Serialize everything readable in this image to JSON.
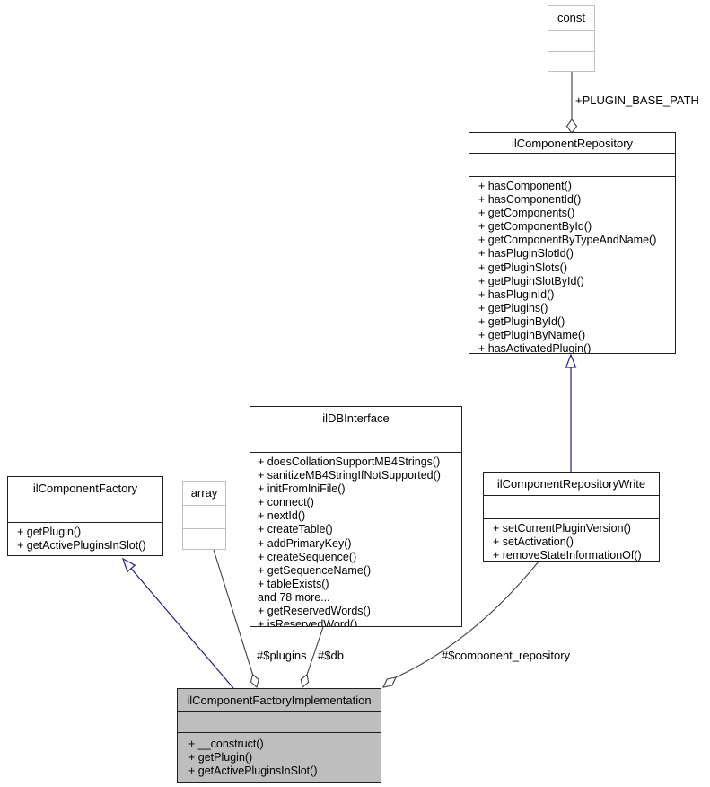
{
  "diagram": {
    "kind": "uml-collaboration-diagram",
    "colors": {
      "inheritance_edge": "#232387",
      "aggregation_edge": "#404040",
      "highlight_fill": "#bebebe",
      "plain_box_border": "#bfbfbf",
      "class_box_border": "#1f1f1f",
      "background": "#ffffff"
    }
  },
  "classes": [
    {
      "name": "const",
      "members": []
    },
    {
      "name": "ilComponentRepository",
      "members": [
        "+ hasComponent()",
        "+ hasComponentId()",
        "+ getComponents()",
        "+ getComponentById()",
        "+ getComponentByTypeAndName()",
        "+ hasPluginSlotId()",
        "+ getPluginSlots()",
        "+ getPluginSlotById()",
        "+ hasPluginId()",
        "+ getPlugins()",
        "+ getPluginById()",
        "+ getPluginByName()",
        "+ hasActivatedPlugin()"
      ]
    },
    {
      "name": "ilDBInterface",
      "members": [
        "+ doesCollationSupportMB4Strings()",
        "+ sanitizeMB4StringIfNotSupported()",
        "+ initFromIniFile()",
        "+ connect()",
        "+ nextId()",
        "+ createTable()",
        "+ addPrimaryKey()",
        "+ createSequence()",
        "+ getSequenceName()",
        "+ tableExists()",
        "and 78 more...",
        "+ getReservedWords()",
        "+ isReservedWord()"
      ]
    },
    {
      "name": "ilComponentFactory",
      "members": [
        "+ getPlugin()",
        "+ getActivePluginsInSlot()"
      ]
    },
    {
      "name": "array",
      "members": []
    },
    {
      "name": "ilComponentRepositoryWrite",
      "members": [
        "+ setCurrentPluginVersion()",
        "+ setActivation()",
        "+ removeStateInformationOf()"
      ]
    },
    {
      "name": "ilComponentFactoryImplementation",
      "members": [
        "+ __construct()",
        "+ getPlugin()",
        "+ getActivePluginsInSlot()"
      ]
    }
  ],
  "relations": [
    {
      "from": "const",
      "to": "ilComponentRepository",
      "type": "aggregation",
      "label": "+PLUGIN_BASE_PATH"
    },
    {
      "from": "ilComponentRepositoryWrite",
      "to": "ilComponentRepository",
      "type": "inheritance",
      "label": ""
    },
    {
      "from": "ilComponentFactoryImplementation",
      "to": "ilComponentFactory",
      "type": "inheritance",
      "label": ""
    },
    {
      "from": "array",
      "to": "ilComponentFactoryImplementation",
      "type": "aggregation",
      "label": "#$plugins"
    },
    {
      "from": "ilDBInterface",
      "to": "ilComponentFactoryImplementation",
      "type": "aggregation",
      "label": "#$db"
    },
    {
      "from": "ilComponentRepositoryWrite",
      "to": "ilComponentFactoryImplementation",
      "type": "aggregation",
      "label": "#$component_repository"
    }
  ]
}
